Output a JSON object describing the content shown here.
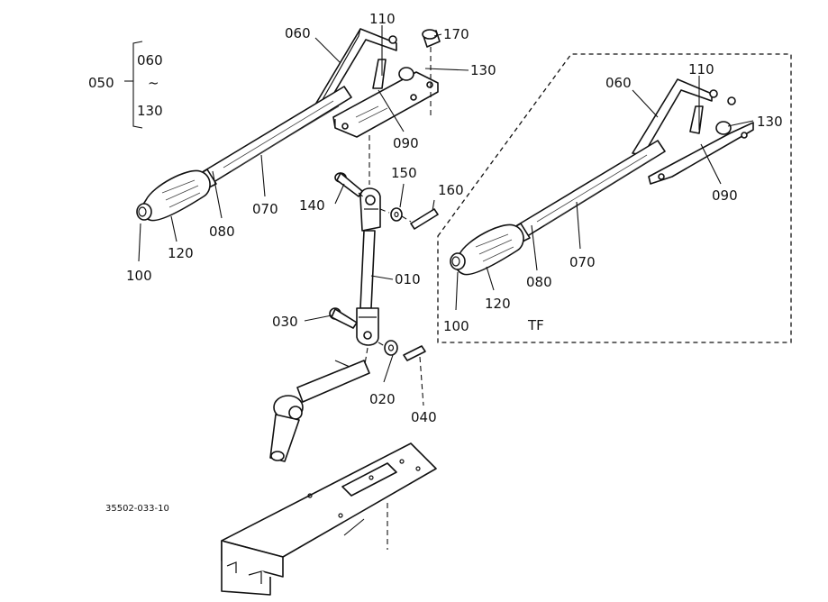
{
  "diagram": {
    "drawing_number": "35502-033-10",
    "variant_label": "TF",
    "bracket_group": {
      "label": "050",
      "top": "060",
      "bottom": "130",
      "range_mark": "~"
    },
    "main_labels": {
      "p060": "060",
      "p110": "110",
      "p170": "170",
      "p130": "130",
      "p090": "090",
      "p070": "070",
      "p080": "080",
      "p120": "120",
      "p100": "100",
      "p140": "140",
      "p150": "150",
      "p160": "160",
      "p010": "010",
      "p030": "030",
      "p020": "020",
      "p040": "040"
    },
    "tf_labels": {
      "p060": "060",
      "p110": "110",
      "p130": "130",
      "p090": "090",
      "p070": "070",
      "p080": "080",
      "p120": "120",
      "p100": "100"
    }
  }
}
